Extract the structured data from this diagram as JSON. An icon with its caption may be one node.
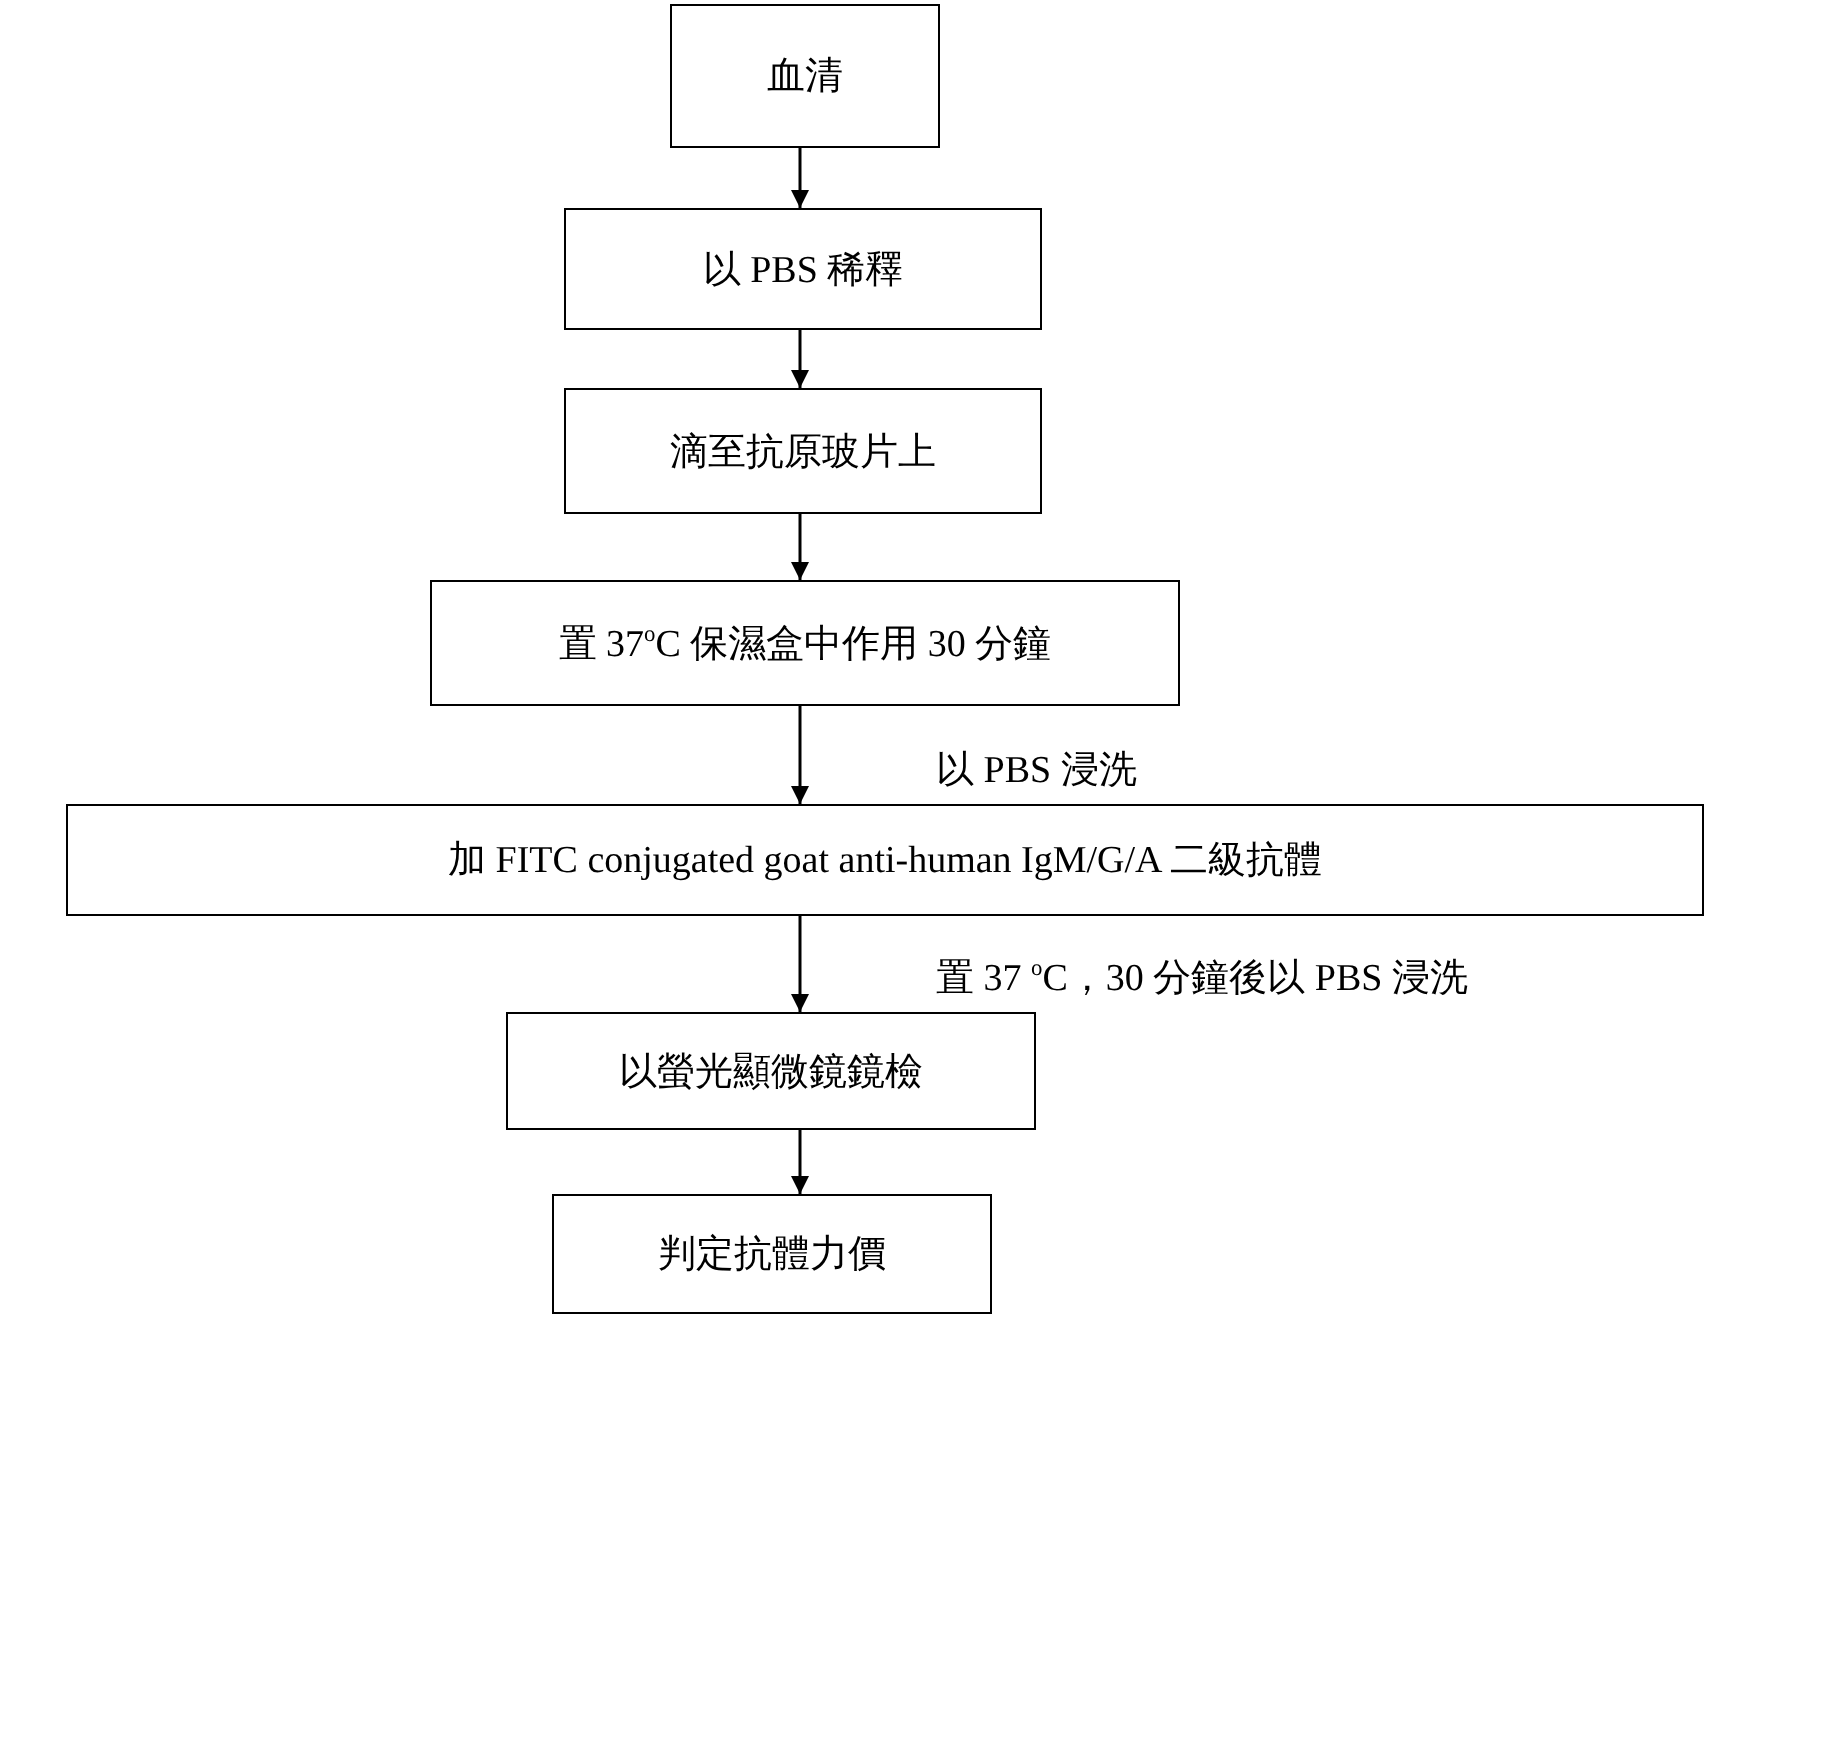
{
  "diagram": {
    "nodes": [
      {
        "text": [
          "血清"
        ]
      },
      {
        "text": [
          "以 PBS 稀釋"
        ]
      },
      {
        "text": [
          "滴至抗原玻片上"
        ]
      },
      {
        "text": [
          "置 37$^{o}$C 保濕盒中作用 30 分鐘"
        ]
      },
      {
        "text": [
          "加 FITC conjugated goat anti-human IgM/G/A 二級抗體"
        ]
      },
      {
        "text": [
          "以螢光顯微鏡鏡檢"
        ]
      },
      {
        "text": [
          "判定抗體力價"
        ]
      }
    ],
    "edges": [
      {
        "from": 0,
        "to": 1,
        "arrow": "to"
      },
      {
        "from": 1,
        "to": 2,
        "arrow": "to"
      },
      {
        "from": 2,
        "to": 3,
        "arrow": "to"
      },
      {
        "from": 3,
        "to": 4,
        "arrow": "to",
        "label": "以 PBS 浸洗"
      },
      {
        "from": 4,
        "to": 5,
        "arrow": "to",
        "label": "置 37 $^{o}$C，30 分鐘後以 PBS 浸洗"
      },
      {
        "from": 5,
        "to": 6,
        "arrow": "to"
      }
    ]
  }
}
